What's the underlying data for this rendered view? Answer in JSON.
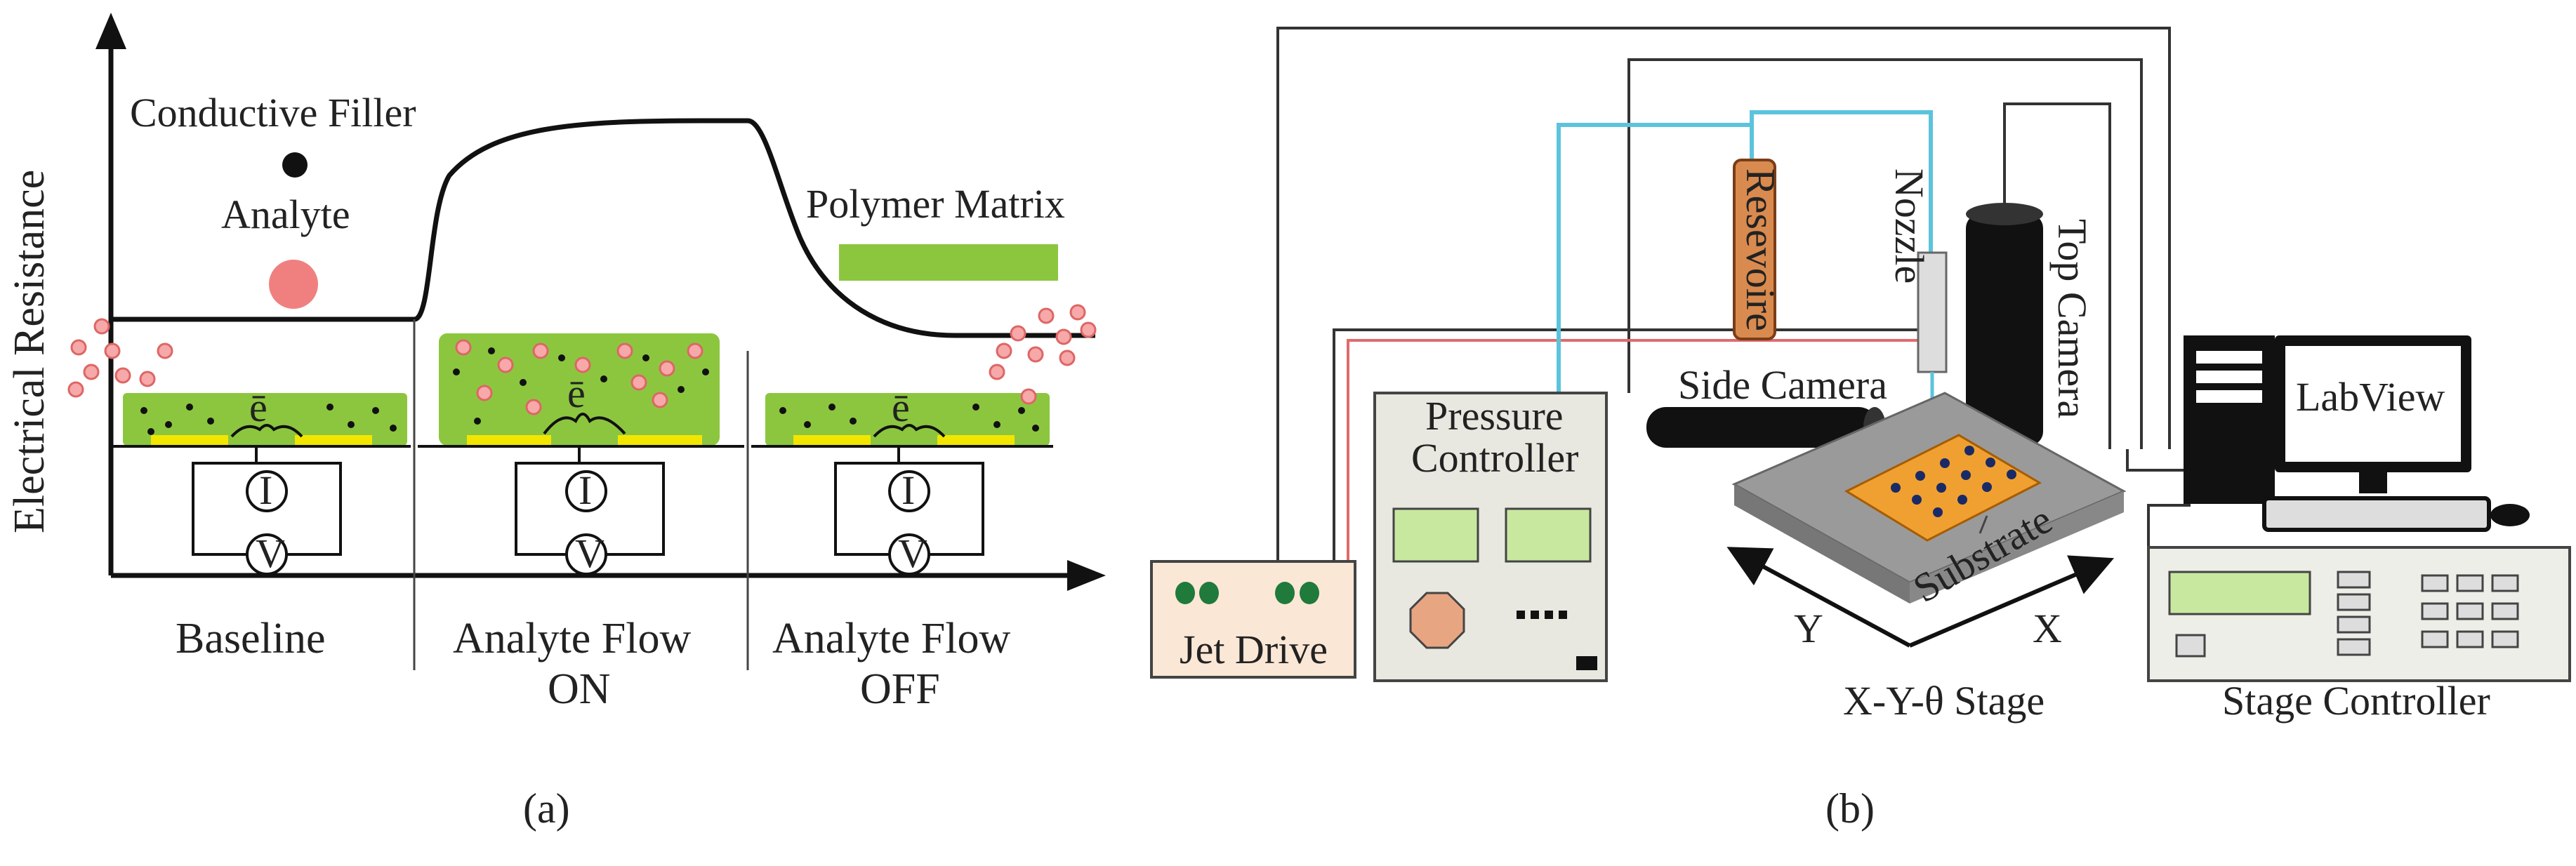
{
  "panel_a": {
    "caption": "(a)",
    "y_axis_label": "Electrical Resistance",
    "legend": {
      "conductive_filler": "Conductive Filler",
      "analyte": "Analyte",
      "polymer_matrix": "Polymer Matrix"
    },
    "phases": [
      {
        "line1": "Baseline",
        "line2": ""
      },
      {
        "line1": "Analyte Flow",
        "line2": "ON"
      },
      {
        "line1": "Analyte Flow",
        "line2": "OFF"
      }
    ],
    "electron_label": "ē",
    "meter_current": "I",
    "meter_voltage": "V",
    "colors": {
      "polymer": "#8cc63f",
      "analyte": "#f08080",
      "electrode": "#f2e600",
      "curve": "#111111"
    }
  },
  "panel_b": {
    "caption": "(b)",
    "jet_drive": "Jet Drive",
    "pressure_controller_line1": "Pressure",
    "pressure_controller_line2": "Controller",
    "reservoir": "Resevoire",
    "nozzle": "Nozzle",
    "top_camera": "Top Camera",
    "side_camera": "Side Camera",
    "substrate": "Substrate",
    "stage": "X-Y-θ Stage",
    "axis_x": "X",
    "axis_y": "Y",
    "labview": "LabView",
    "stage_controller": "Stage Controller",
    "colors": {
      "tubing": "#5cc3dc",
      "signal": "#e06b6b",
      "reservoir": "#d98a4e",
      "substrate": "#f0a030"
    }
  }
}
